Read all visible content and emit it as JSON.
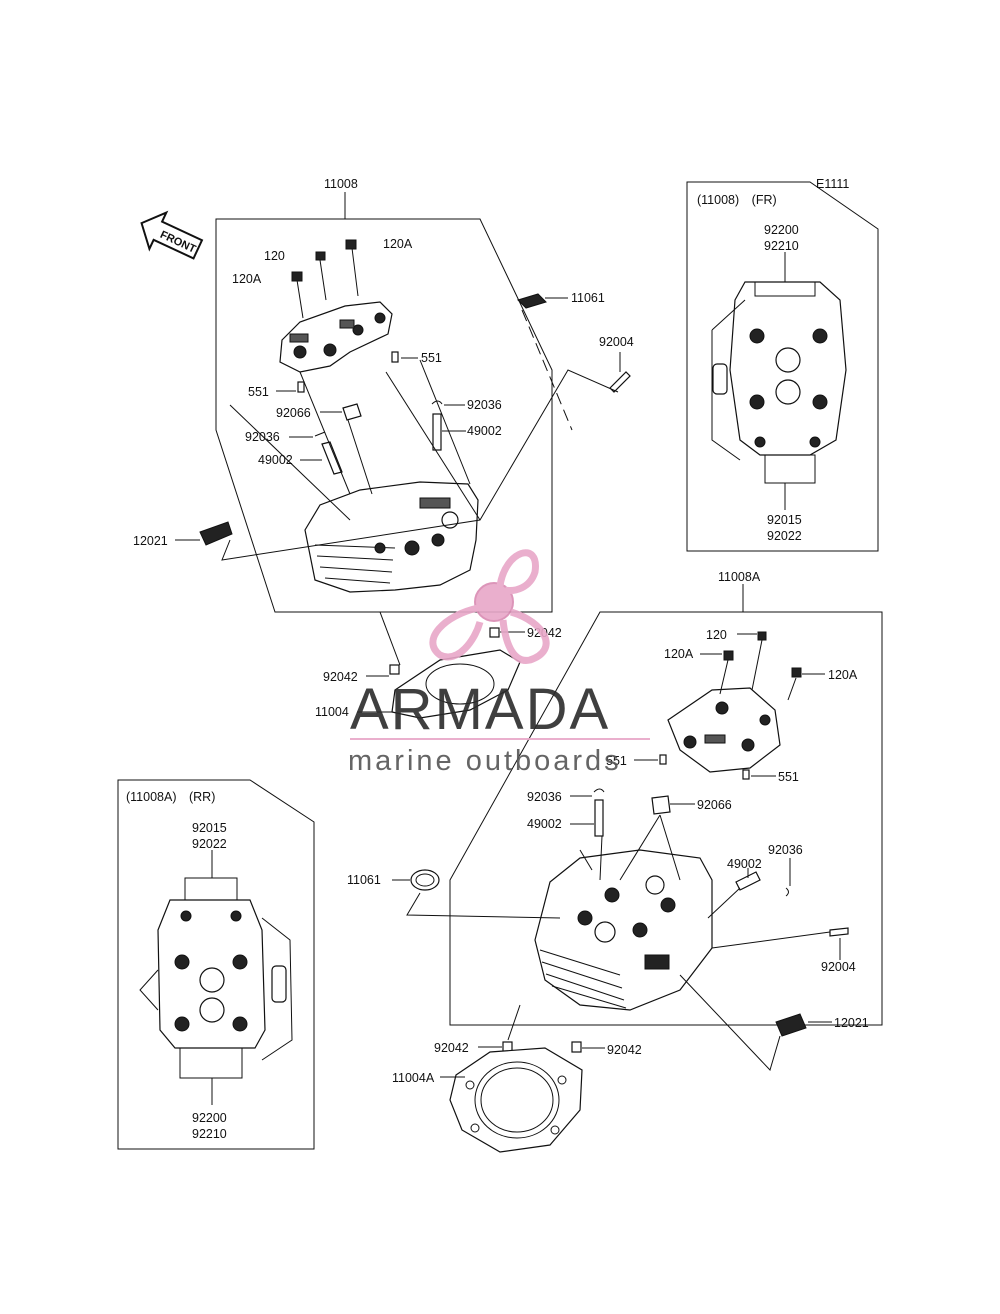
{
  "diagram": {
    "code": "E1111",
    "front_label": "FRONT",
    "inset_fr_title": "(11008)　(FR)",
    "inset_rr_title": "(11008A)　(RR)",
    "parts": {
      "p11008": "11008",
      "p11008A": "11008A",
      "p120": "120",
      "p120A": "120A",
      "p11061": "11061",
      "p551": "551",
      "p92004": "92004",
      "p92036": "92036",
      "p49002": "49002",
      "p92066": "92066",
      "p12021": "12021",
      "p92042": "92042",
      "p11004": "11004",
      "p11004A": "11004A",
      "p92200": "92200",
      "p92210": "92210",
      "p92015": "92015",
      "p92022": "92022"
    }
  },
  "watermark": {
    "brand": "ARMADA",
    "tagline": "marine outboards",
    "color": "#e8a7c8"
  }
}
